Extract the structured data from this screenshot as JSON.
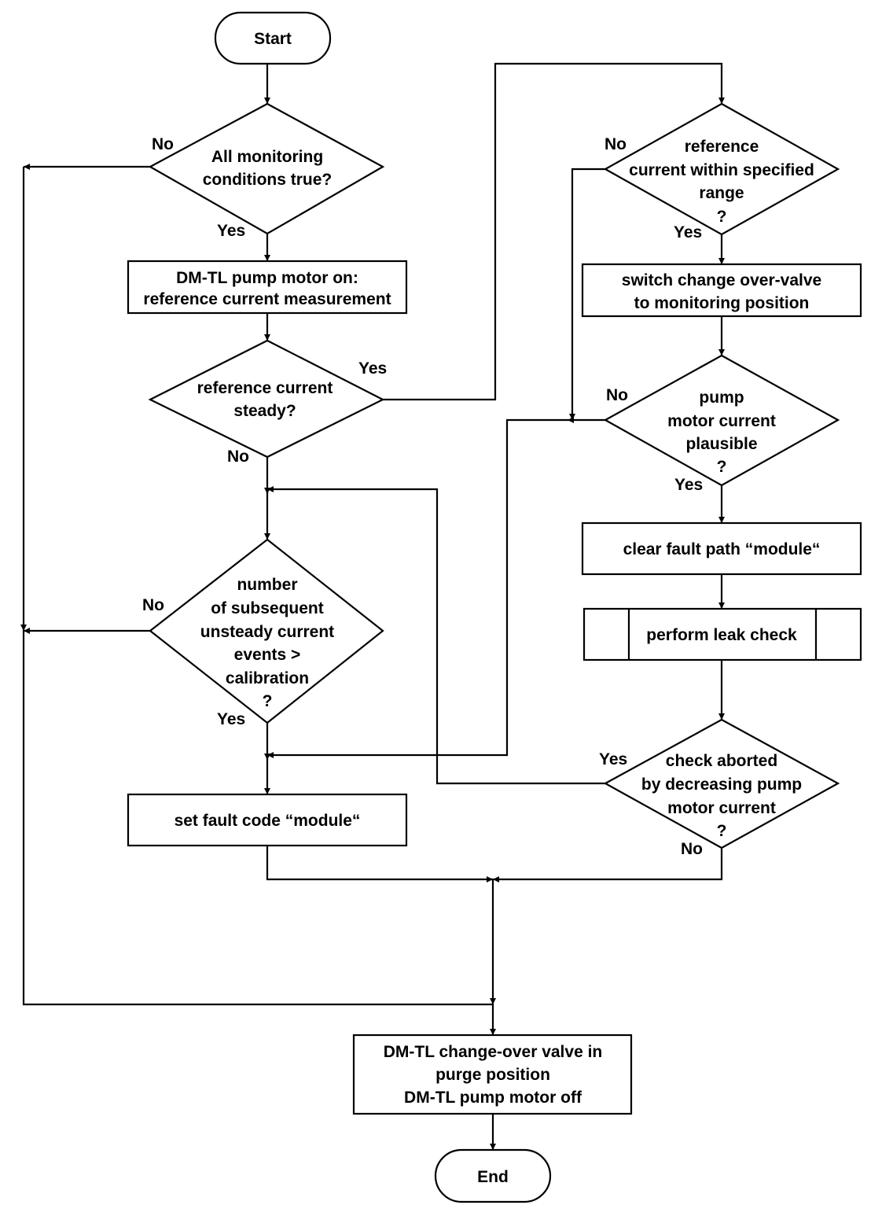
{
  "nodes": {
    "start": "Start",
    "all_monitoring": [
      "All monitoring",
      "conditions true?"
    ],
    "pump_on": [
      "DM-TL pump motor on:",
      "reference current measurement"
    ],
    "ref_steady": [
      "reference current",
      "steady?"
    ],
    "subsequent": [
      "number",
      "of subsequent",
      "unsteady current",
      "events >",
      "calibration",
      "?"
    ],
    "set_fault": "set fault code “module“",
    "ref_range": [
      "reference",
      "current within specified",
      "range",
      "?"
    ],
    "switch_valve": [
      "switch change over-valve",
      "to monitoring position"
    ],
    "pump_plausible": [
      "pump",
      "motor current",
      "plausible",
      "?"
    ],
    "clear_fault": "clear fault path “module“",
    "leak_check": "perform leak check",
    "check_aborted": [
      "check aborted",
      "by decreasing pump",
      "motor current",
      "?"
    ],
    "final_valve": [
      "DM-TL change-over valve in",
      "purge position",
      "DM-TL pump motor off"
    ],
    "end": "End"
  },
  "labels": {
    "no": "No",
    "yes": "Yes"
  }
}
